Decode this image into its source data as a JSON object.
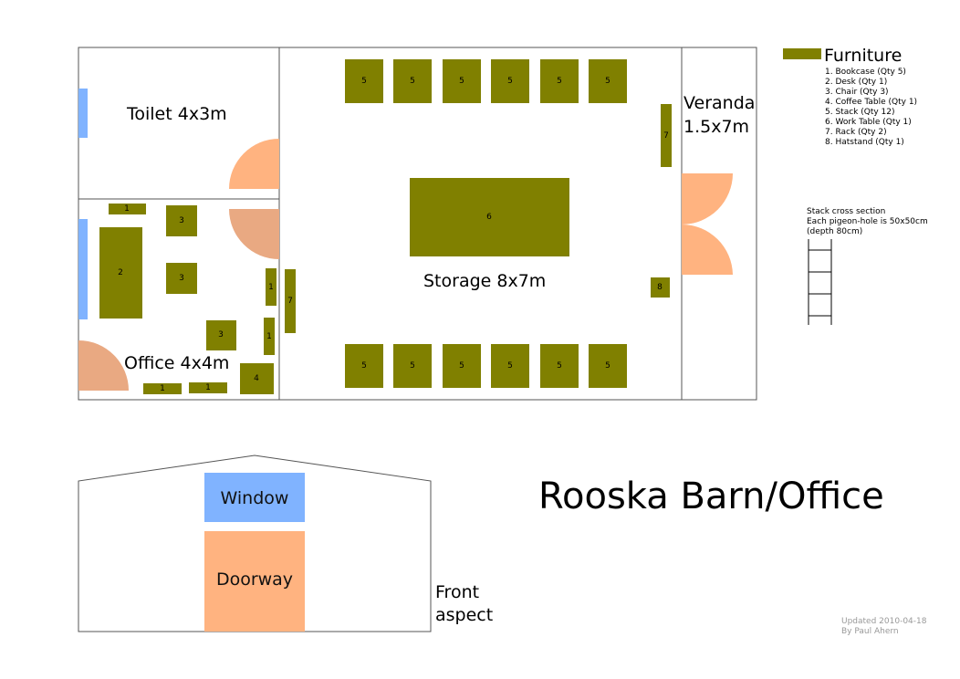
{
  "title": "Rooska Barn/Office",
  "rooms": {
    "toilet": "Toilet 4x3m",
    "storage": "Storage 8x7m",
    "office": "Office 4x4m",
    "veranda_line1": "Veranda",
    "veranda_line2": "1.5x7m"
  },
  "legend": {
    "heading": "Furniture",
    "items": [
      "1. Bookcase (Qty 5)",
      "2. Desk (Qty 1)",
      "3. Chair (Qty 3)",
      "4. Coffee Table (Qty 1)",
      "5. Stack (Qty 12)",
      "6. Work Table (Qty 1)",
      "7. Rack (Qty 2)",
      "8. Hatstand (Qty 1)"
    ]
  },
  "stack_note": {
    "line1": "Stack cross section",
    "line2": "Each pigeon-hole is 50x50cm",
    "line3": "(depth 80cm)"
  },
  "front": {
    "window": "Window",
    "doorway": "Doorway",
    "aspect_line1": "Front",
    "aspect_line2": "aspect"
  },
  "credit": {
    "line1": "Updated 2010-04-18",
    "line2": "By Paul Ahern"
  },
  "colors": {
    "furniture": "#808000",
    "window": "#80b3ff",
    "door": "#ffb380",
    "door_dark": "#e9a982",
    "wall": "#555555"
  },
  "furniture_numbers": {
    "stack": "5",
    "work_table": "6",
    "rack": "7",
    "hatstand": "8",
    "bookcase": "1",
    "desk": "2",
    "chair": "3",
    "coffee_table": "4"
  }
}
